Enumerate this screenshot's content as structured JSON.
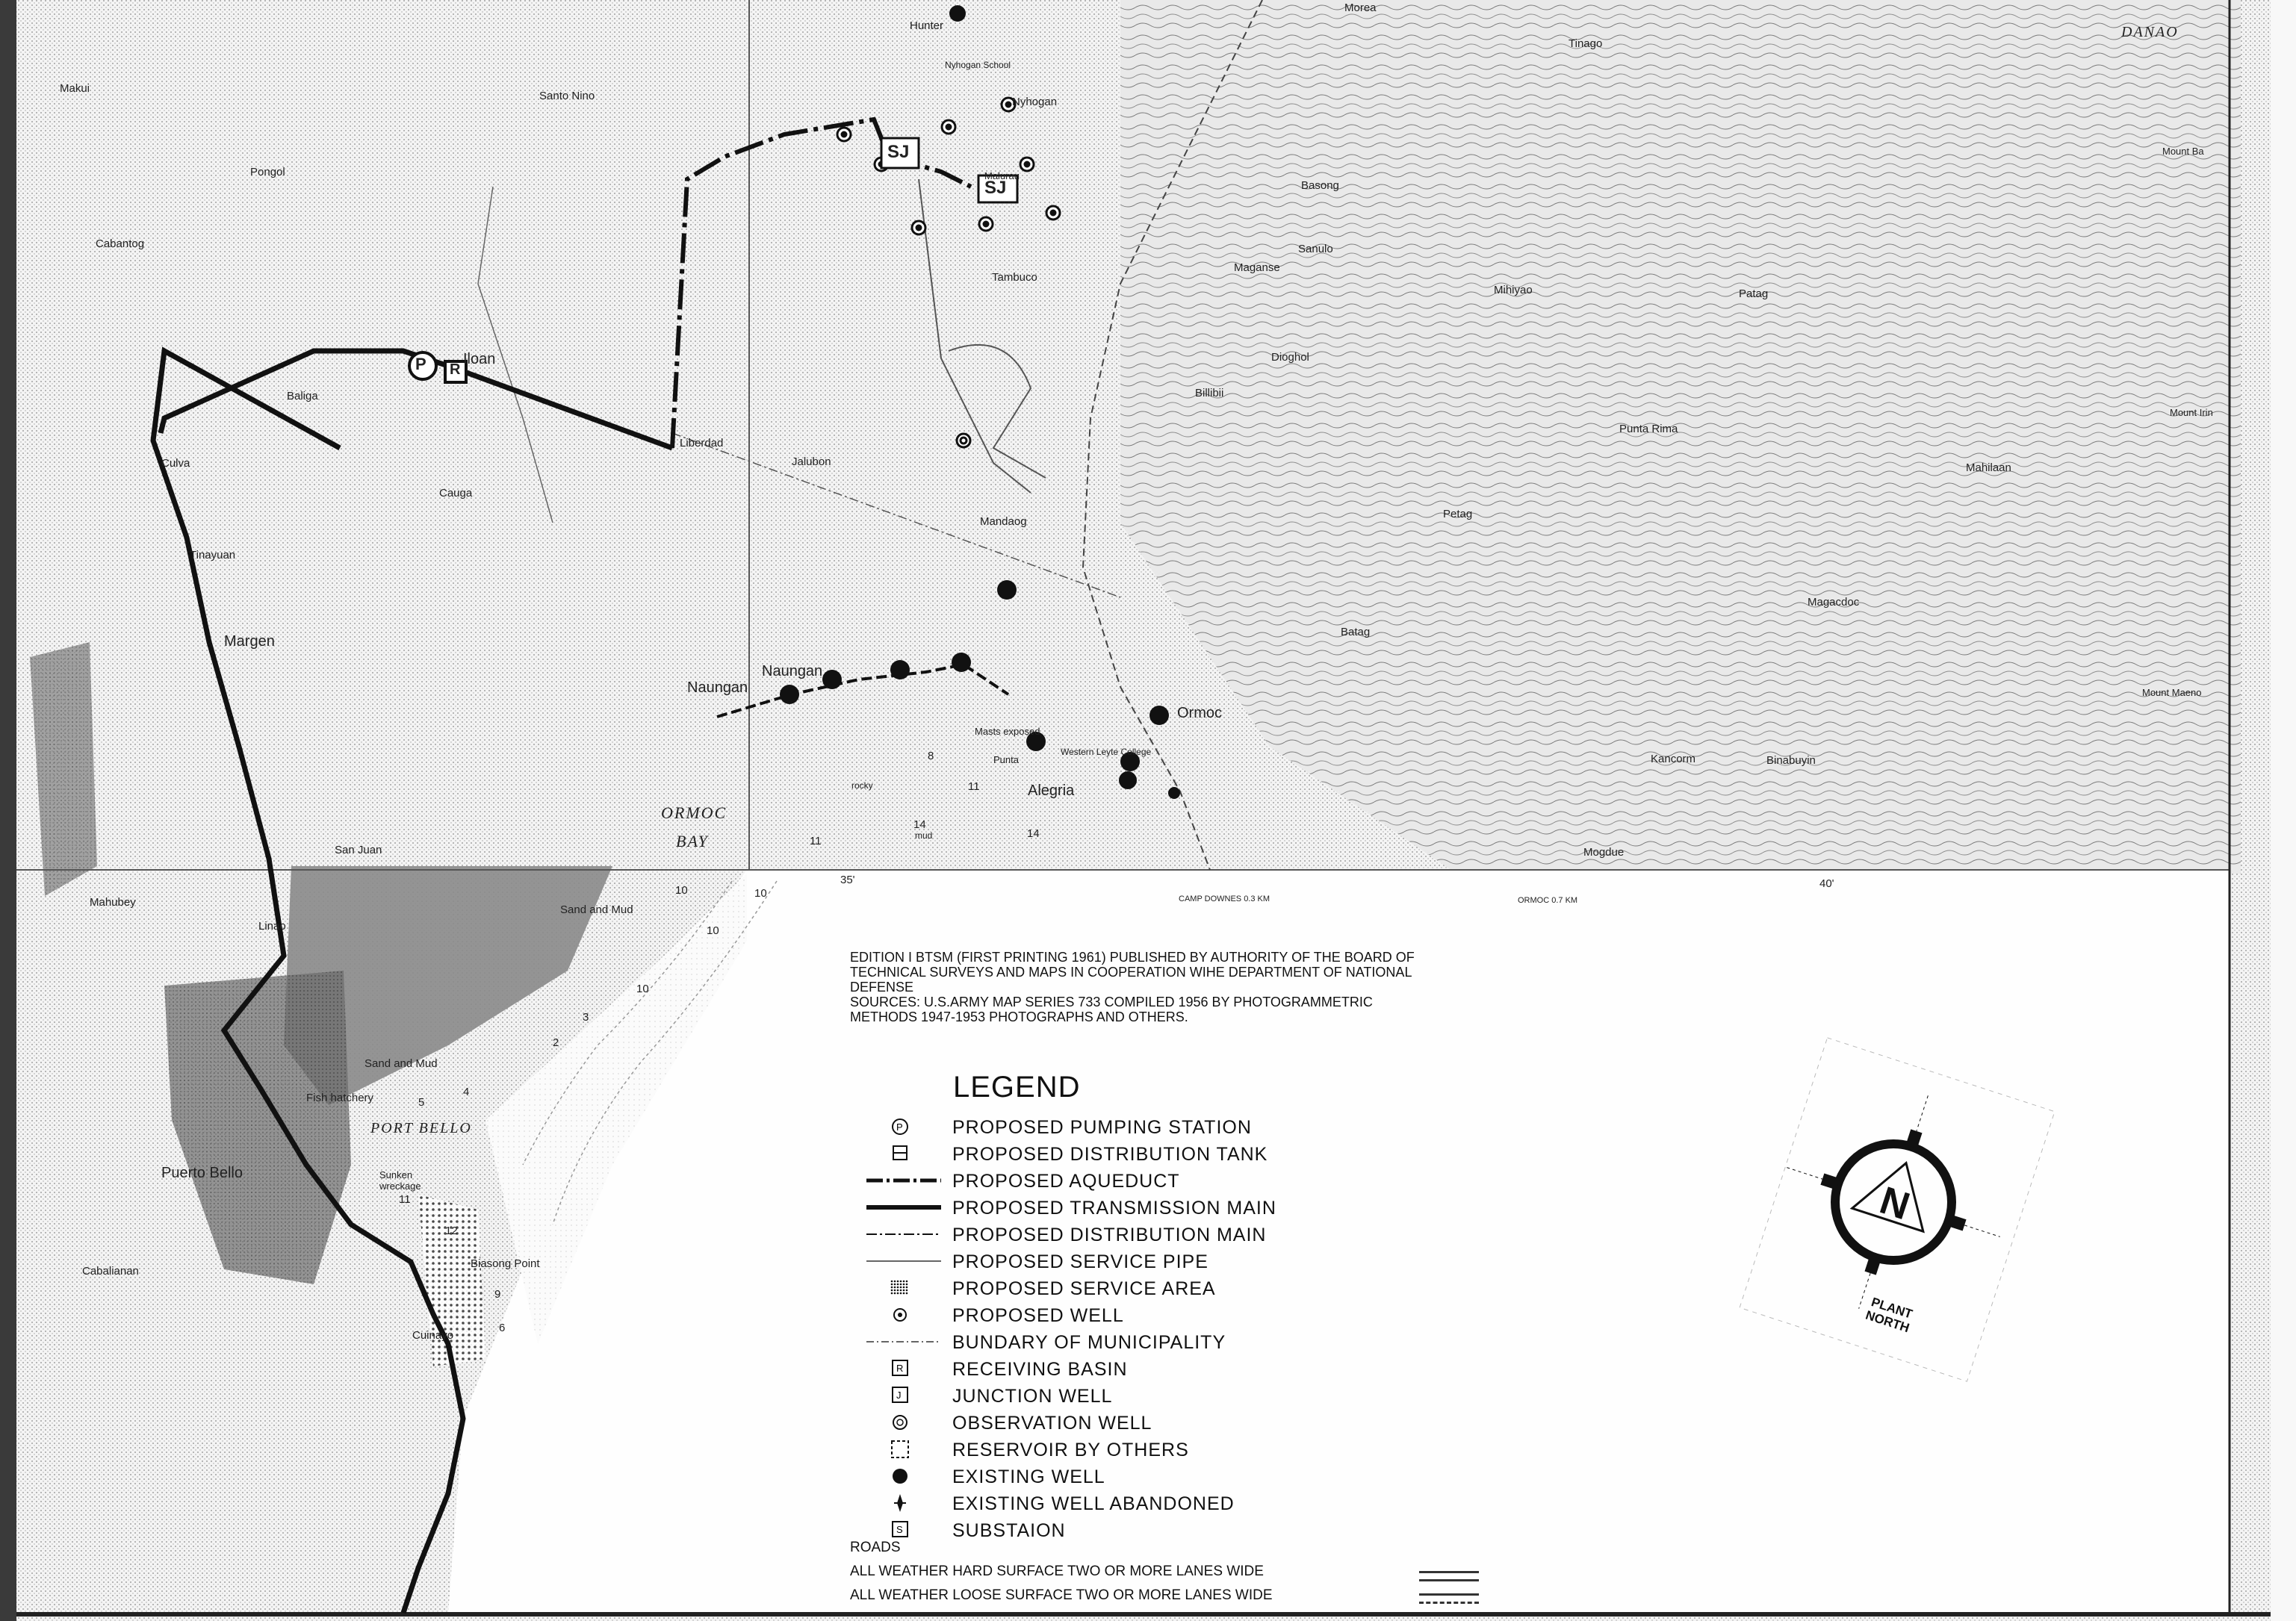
{
  "map": {
    "place_names": {
      "hunter": "Hunter",
      "morea": "Morea",
      "tinago": "Tinago",
      "danao": "DANAO",
      "makui": "Makui",
      "santo_nino": "Santo Nino",
      "nyhogan_school": "Nyhogan School",
      "nyhogan": "Nyhogan",
      "pongol": "Pongol",
      "cabantog": "Cabantog",
      "malurau": "Malurau",
      "basong": "Basong",
      "sanulo": "Sanulo",
      "tambuco": "Tambuco",
      "maganse": "Maganse",
      "mihiyao": "Mihiyao",
      "patag": "Patag",
      "mount_ba": "Mount Ba",
      "iloan": "Iloan",
      "baliga": "Baliga",
      "diogbol": "Dioghol",
      "billibii": "Billibii",
      "liberdad": "Liberdad",
      "culva": "Culva",
      "cauga": "Cauga",
      "jalubon": "Jalubon",
      "punta_rima": "Punta Rima",
      "mount_irin": "Mount Irin",
      "mahilaan": "Mahilaan",
      "tinayuan": "Tinayuan",
      "mandaog": "Mandaog",
      "petag": "Petag",
      "margen": "Margen",
      "magacdoc": "Magacdoc",
      "batag": "Batag",
      "naungan": "Naungan",
      "naungan2": "Naungan",
      "mount_maeno": "Mount Maeno",
      "ormoc": "Ormoc",
      "masts_exposed": "Masts exposed",
      "punta": "Punta",
      "western_leyte_college": "Western Leyte College",
      "alegria": "Alegria",
      "kancorm": "Kancorm",
      "binabuyin": "Binabuyin",
      "ormoc_bay": "ORMOC",
      "bay": "BAY",
      "san_juan": "San Juan",
      "mogdue": "Mogdue",
      "mahubey": "Mahubey",
      "linao": "Linao",
      "sand_and_mud1": "Sand and Mud",
      "sand_and_mud2": "Sand and Mud",
      "fish_hatchery": "Fish hatchery",
      "port_bello": "PORT BELLO",
      "puerto_bello": "Puerto Bello",
      "sunken_wreckage": "Sunken wreckage",
      "biasong_point": "Biasong Point",
      "cabalianan": "Cabalianan",
      "cuinayo": "Cuinayo",
      "camp_downes": "CAMP DOWNES 0.3 KM",
      "ormoc_km": "ORMOC 0.7 KM",
      "grid_35": "35'",
      "grid_40": "40'",
      "rocky": "rocky",
      "mud": "mud"
    },
    "depths": [
      "10",
      "10",
      "10",
      "10",
      "8",
      "11",
      "14",
      "14",
      "11",
      "11",
      "12",
      "9",
      "6",
      "5",
      "4",
      "3",
      "2"
    ],
    "map_symbols": {
      "pumping_station": "P",
      "receiving_basin": "R",
      "junction_wells": [
        "SJ",
        "SJ"
      ]
    }
  },
  "edition": {
    "line1": "EDITION I BTSM (FIRST PRINTING 1961) PUBLISHED BY AUTHORITY OF THE BOARD OF",
    "line2": "TECHNICAL SURVEYS AND MAPS IN COOPERATION WIHE DEPARTMENT OF NATIONAL",
    "line3": "DEFENSE",
    "line4": "SOURCES: U.S.ARMY MAP SERIES 733 COMPILED 1956 BY PHOTOGRAMMETRIC",
    "line5": "METHODS 1947-1953 PHOTOGRAPHS AND OTHERS."
  },
  "legend": {
    "title": "LEGEND",
    "items": [
      {
        "symbol": "pumping-station-icon",
        "glyph": "P",
        "label": "PROPOSED  PUMPING STATION"
      },
      {
        "symbol": "distribution-tank-icon",
        "glyph": "",
        "label": "PROPOSED  DISTRIBUTION TANK"
      },
      {
        "symbol": "aqueduct-line",
        "glyph": "",
        "label": "PROPOSED  AQUEDUCT"
      },
      {
        "symbol": "transmission-main-line",
        "glyph": "",
        "label": "PROPOSED  TRANSMISSION MAIN"
      },
      {
        "symbol": "distribution-main-line",
        "glyph": "",
        "label": "PROPOSED  DISTRIBUTION  MAIN"
      },
      {
        "symbol": "service-pipe-line",
        "glyph": "",
        "label": "PROPOSED  SERVICE PIPE"
      },
      {
        "symbol": "service-area-icon",
        "glyph": "",
        "label": "PROPOSED  SERVICE   AREA"
      },
      {
        "symbol": "proposed-well-icon",
        "glyph": "",
        "label": "PROPOSED  WELL"
      },
      {
        "symbol": "boundary-line",
        "glyph": "",
        "label": "BUNDARY  OF  MUNICIPALITY"
      },
      {
        "symbol": "receiving-basin-icon",
        "glyph": "R",
        "label": "RECEIVING  BASIN"
      },
      {
        "symbol": "junction-well-icon",
        "glyph": "J",
        "label": "JUNCTION   WELL"
      },
      {
        "symbol": "observation-well-icon",
        "glyph": "",
        "label": "OBSERVATION  WELL"
      },
      {
        "symbol": "reservoir-icon",
        "glyph": "",
        "label": "RESERVOIR  BY  OTHERS"
      },
      {
        "symbol": "existing-well-icon",
        "glyph": "",
        "label": "EXISTING  WELL"
      },
      {
        "symbol": "abandoned-well-icon",
        "glyph": "",
        "label": "EXISTING  WELL  ABANDONED"
      },
      {
        "symbol": "substation-icon",
        "glyph": "S",
        "label": "SUBSTAION"
      }
    ],
    "roads": {
      "label": "ROADS",
      "hard": "ALL WEATHER HARD SURFACE TWO OR MORE LANES WIDE",
      "loose": "ALL WEATHER LOOSE SURFACE  TWO OR MORE LANES WIDE"
    }
  },
  "north_arrow": {
    "letter": "N",
    "line1": "PLANT",
    "line2": "NORTH"
  },
  "colors": {
    "ink": "#111111",
    "paper": "#ffffff",
    "terrain": "#9a9a9a",
    "water_shade": "#7a7a7a"
  }
}
